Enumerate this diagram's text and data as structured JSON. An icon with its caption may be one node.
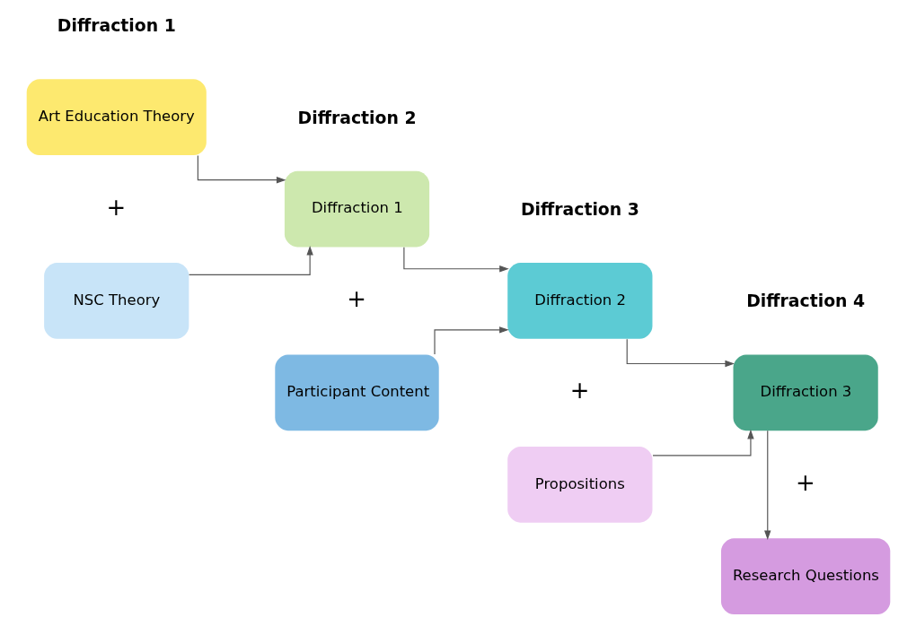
{
  "diagram": {
    "nodes": [
      {
        "text": [
          "Art Education Theory"
        ]
      },
      {
        "text": [
          "NSC Theory"
        ]
      },
      {
        "text": [
          "Diffraction 1"
        ]
      },
      {
        "text": [
          "Participant Content"
        ]
      },
      {
        "text": [
          "Diffraction 2"
        ]
      },
      {
        "text": [
          "Propositions"
        ]
      },
      {
        "text": [
          "Diffraction 3"
        ]
      },
      {
        "text": [
          "Research Questions"
        ]
      }
    ],
    "edges": [
      {
        "from": 0,
        "to": 2,
        "arrow": "to"
      },
      {
        "from": 1,
        "to": 2,
        "arrow": "to"
      },
      {
        "from": 2,
        "to": 4,
        "arrow": "to"
      },
      {
        "from": 3,
        "to": 4,
        "arrow": "to"
      },
      {
        "from": 4,
        "to": 6,
        "arrow": "to"
      },
      {
        "from": 5,
        "to": 6,
        "arrow": "to"
      },
      {
        "from": 6,
        "to": 7,
        "arrow": "to"
      }
    ],
    "labels": [
      "Diffraction 1",
      "Diffraction 2",
      "Diffraction 3",
      "Diffraction 4",
      "+",
      "+",
      "+",
      "+"
    ]
  }
}
